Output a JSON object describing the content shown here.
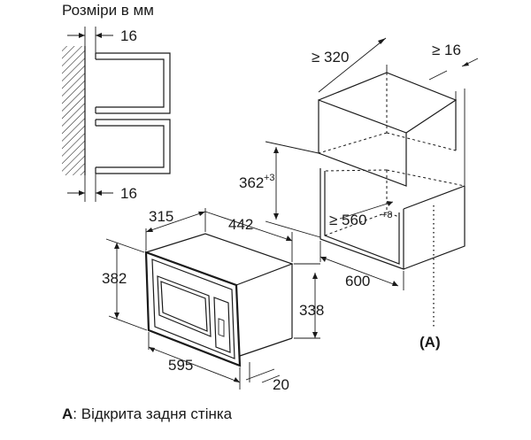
{
  "title": "Розміри в мм",
  "wall_detail": {
    "top_dim": "16",
    "bottom_dim": "16"
  },
  "cabinet": {
    "depth_dim": "≥ 320",
    "top_gap_dim": "≥ 16",
    "height_dim": "362",
    "height_tol": "+3",
    "width_dim": "≥ 560",
    "width_tol": "+8",
    "front_dim": "600",
    "open_back_marker": "(A)"
  },
  "microwave": {
    "depth_dim": "315",
    "body_width_dim": "442",
    "front_height_dim": "382",
    "body_height_dim": "338",
    "front_width_dim": "595",
    "frame_dim": "20"
  },
  "legend": {
    "key": "A",
    "text": ": Відкрита задня стінка"
  },
  "colors": {
    "ink": "#1a1a1a",
    "background": "#ffffff"
  }
}
